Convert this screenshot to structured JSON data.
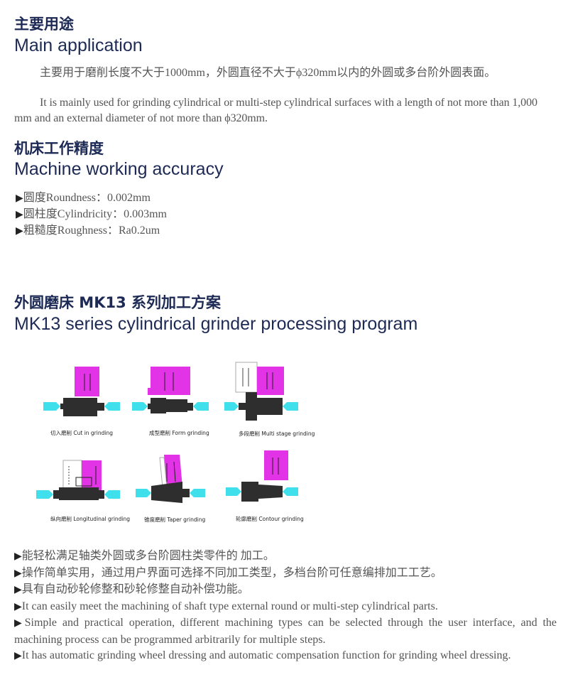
{
  "section1": {
    "title_cn": "主要用途",
    "title_en": "Main application",
    "para_cn": "主要用于磨削长度不大于1000mm，外圆直径不大于ϕ320mm以内的外圆或多台阶外圆表面。",
    "para_en": "It is mainly used for grinding cylindrical or multi-step cylindrical surfaces with a length of not more than 1,000 mm and an external diameter of not more than ϕ320mm."
  },
  "section2": {
    "title_cn": "机床工作精度",
    "title_en": "Machine working accuracy",
    "items": [
      {
        "marker": "▶",
        "label": "圆度Roundness：0.002mm"
      },
      {
        "marker": "▶",
        "label": "圆柱度Cylindricity：0.003mm"
      },
      {
        "marker": "▶",
        "label": "粗糙度Roughness：Ra0.2um"
      }
    ]
  },
  "section3": {
    "title_cn": "外圆磨床 MK13 系列加工方案",
    "title_en": "MK13 series cylindrical grinder processing program",
    "diagrams": [
      {
        "caption": "切入磨削  Cut in grinding"
      },
      {
        "caption": "成型磨削  Form grinding"
      },
      {
        "caption": "多段磨削  Multi stage grinding"
      },
      {
        "caption": "纵向磨削  Longitudinal grinding"
      },
      {
        "caption": "锥度磨削  Taper grinding"
      },
      {
        "caption": "轮廓磨削  Contour grinding"
      }
    ],
    "colors": {
      "wheel": "#e233e6",
      "center": "#3fe0ec",
      "part": "#2e2e2e"
    }
  },
  "features": [
    {
      "marker": "▶",
      "text": "能轻松满足轴类外圆或多台阶圆柱类零件的 加工。"
    },
    {
      "marker": "▶",
      "text": "操作简单实用，通过用户界面可选择不同加工类型，多档台阶可任意编排加工工艺。"
    },
    {
      "marker": "▶",
      "text": "具有自动砂轮修整和砂轮修整自动补偿功能。"
    },
    {
      "marker": "▶",
      "text": "It can easily meet the machining of shaft type external round or multi-step cylindrical parts."
    },
    {
      "marker": "▶",
      "text": "Simple and practical operation, different machining types can be selected through the user interface, and the machining process can be programmed arbitrarily for multiple steps."
    },
    {
      "marker": "▶",
      "text": "It has automatic grinding wheel dressing and automatic compensation function for grinding wheel dressing."
    }
  ]
}
